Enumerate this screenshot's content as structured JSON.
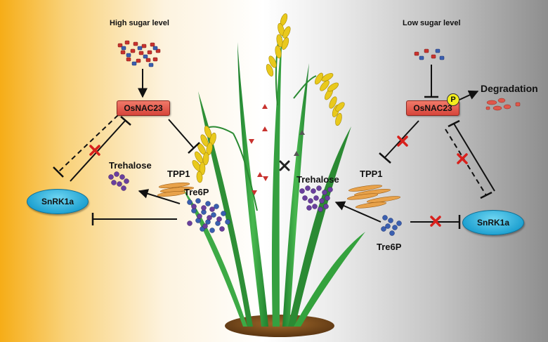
{
  "left_panel": {
    "condition_title": "High sugar level",
    "regulator": "OsNAC23",
    "kinase": "SnRK1a",
    "sugar_label": "Trehalose",
    "enzyme_label": "TPP1",
    "phosphate_label": "Tre6P"
  },
  "right_panel": {
    "condition_title": "Low sugar level",
    "regulator": "OsNAC23",
    "kinase": "SnRK1a",
    "sugar_label": "Trehalose",
    "enzyme_label": "TPP1",
    "phosphate_label": "Tre6P",
    "degradation_label": "Degradation",
    "phosphorylation_badge": "P"
  },
  "colors": {
    "left_background": "#f7b21a",
    "right_background": "#9a9a9a",
    "regulator_box": "#e0574a",
    "kinase_ellipse": "#29a9d8",
    "trehalose_bead": "#6a3f9e",
    "tre6p_bead": "#3a5fb0",
    "sugar_red_bead": "#c8322e",
    "tpp1_enzyme": "#e8a24a",
    "inhibition_mark": "#d8201c",
    "rice_leaf": "#2e9a3a",
    "rice_grain": "#e9c91c",
    "soil": "#7a4e1f"
  },
  "icons": [
    "sugar-cluster-icon",
    "rice-plant-icon",
    "enzyme-icon",
    "cross-mark-icon",
    "phosphate-badge-icon"
  ]
}
